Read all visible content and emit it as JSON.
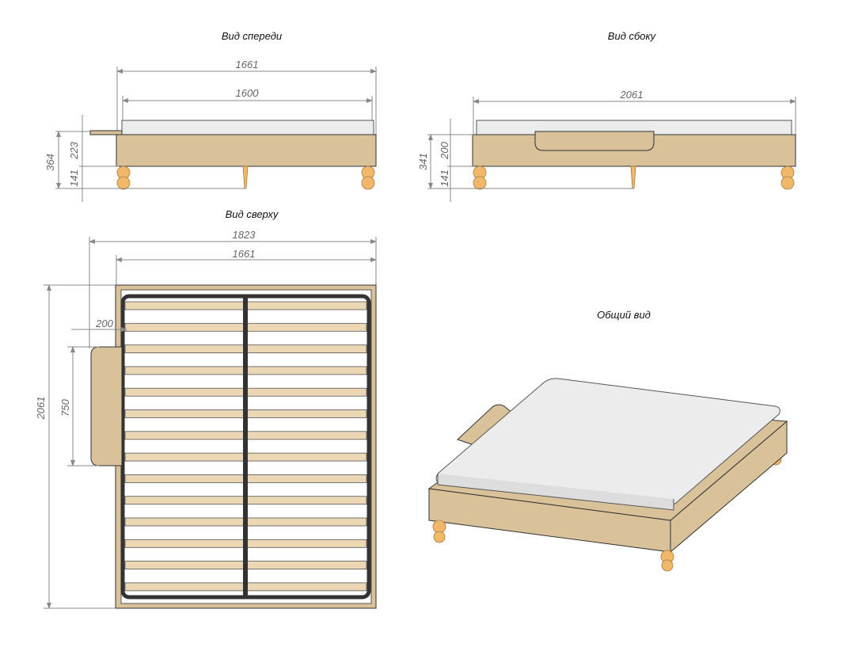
{
  "views": {
    "front": {
      "title": "Вид спереди",
      "dims": {
        "overall_width": "1661",
        "mattress_width": "1600",
        "total_height": "364",
        "frame_height": "223",
        "leg_height": "141"
      }
    },
    "side": {
      "title": "Вид сбоку",
      "dims": {
        "length": "2061",
        "total_height": "341",
        "frame_height": "200",
        "leg_height": "141"
      }
    },
    "top": {
      "title": "Вид сверху",
      "dims": {
        "overall_width": "1823",
        "frame_width": "1661",
        "length": "2061",
        "shelf_depth": "200",
        "shelf_length": "750"
      }
    },
    "iso": {
      "title": "Общий вид"
    }
  },
  "colors": {
    "wood": "#d9c29a",
    "leg": "#f0b868",
    "mattress": "#ececec",
    "slat": "#ecd7b5"
  }
}
